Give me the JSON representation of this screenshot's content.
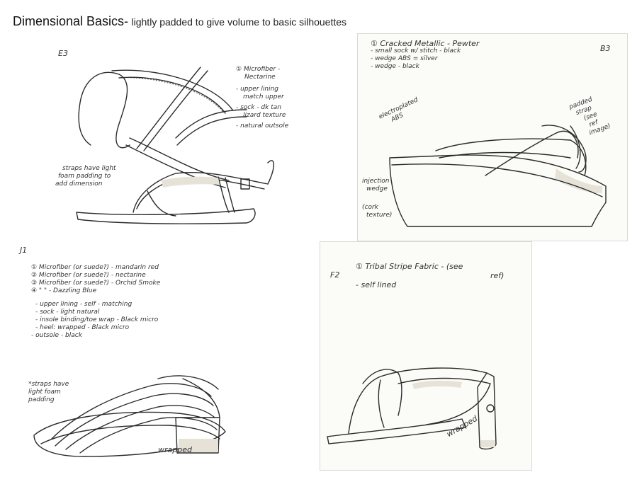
{
  "header": {
    "title": "Dimensional Basics-",
    "subtitle": "lightly padded to give volume to basic silhouettes"
  },
  "sketches": {
    "e3": {
      "code": "E3",
      "notes": [
        "① Microfiber -",
        "Nectarine",
        "- upper lining",
        "match upper",
        "- sock - dk tan",
        "lizard texture",
        "- natural outsole"
      ],
      "callout": [
        "straps have light",
        "foam padding to",
        "add dimension"
      ]
    },
    "b3": {
      "code": "B3",
      "notes": [
        "① Cracked Metallic - Pewter",
        "- small sock w/ stitch - black",
        "- wedge ABS = silver",
        "- wedge - black"
      ],
      "callouts": {
        "electroplated": [
          "electroplated",
          "ABS"
        ],
        "padded": [
          "padded",
          "strap",
          "(see",
          "ref",
          "image)"
        ],
        "injection": [
          "injection",
          "wedge"
        ],
        "cork": [
          "(cork",
          "texture)"
        ]
      }
    },
    "j1": {
      "code": "J1",
      "notes": [
        "① Microfiber (or suede?) - mandarin red",
        "② Microfiber (or suede?) - nectarine",
        "③ Microfiber (or suede?) - Orchid Smoke",
        "④ \"            \" - Dazzling Blue",
        "- upper lining - self - matching",
        "- sock - light natural",
        "- insole binding/toe wrap - Black micro",
        "- heel: wrapped - Black micro",
        "- outsole - black"
      ],
      "callout": [
        "*straps have",
        "light foam",
        "padding"
      ],
      "wrapped": "wrapped"
    },
    "f2": {
      "code": "F2",
      "notes": [
        "① Tribal Stripe Fabric - (see",
        "ref)",
        "- self lined"
      ],
      "wrapped": "wrapped"
    }
  }
}
